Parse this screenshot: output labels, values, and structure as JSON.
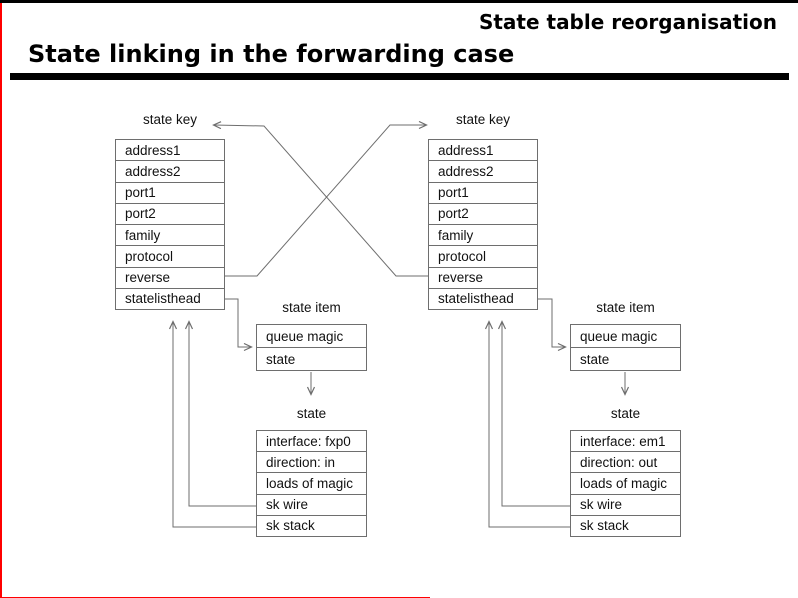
{
  "header": {
    "corner_label": "State table reorganisation",
    "title": "State linking in the forwarding case"
  },
  "colors": {
    "border_red": "#ff0000",
    "rule_black": "#000000",
    "line_gray": "#6e6e6e"
  },
  "diagram": {
    "left": {
      "state_key": {
        "label": "state key",
        "rows": [
          "address1",
          "address2",
          "port1",
          "port2",
          "family",
          "protocol",
          "reverse",
          "statelisthead"
        ]
      },
      "state_item": {
        "label": "state item",
        "rows": [
          "queue magic",
          "state"
        ]
      },
      "state": {
        "label": "state",
        "rows": [
          "interface: fxp0",
          "direction: in",
          "loads of magic",
          "sk wire",
          "sk stack"
        ]
      }
    },
    "right": {
      "state_key": {
        "label": "state key",
        "rows": [
          "address1",
          "address2",
          "port1",
          "port2",
          "family",
          "protocol",
          "reverse",
          "statelisthead"
        ]
      },
      "state_item": {
        "label": "state item",
        "rows": [
          "queue magic",
          "state"
        ]
      },
      "state": {
        "label": "state",
        "rows": [
          "interface: em1",
          "direction: out",
          "loads of magic",
          "sk wire",
          "sk stack"
        ]
      }
    }
  }
}
